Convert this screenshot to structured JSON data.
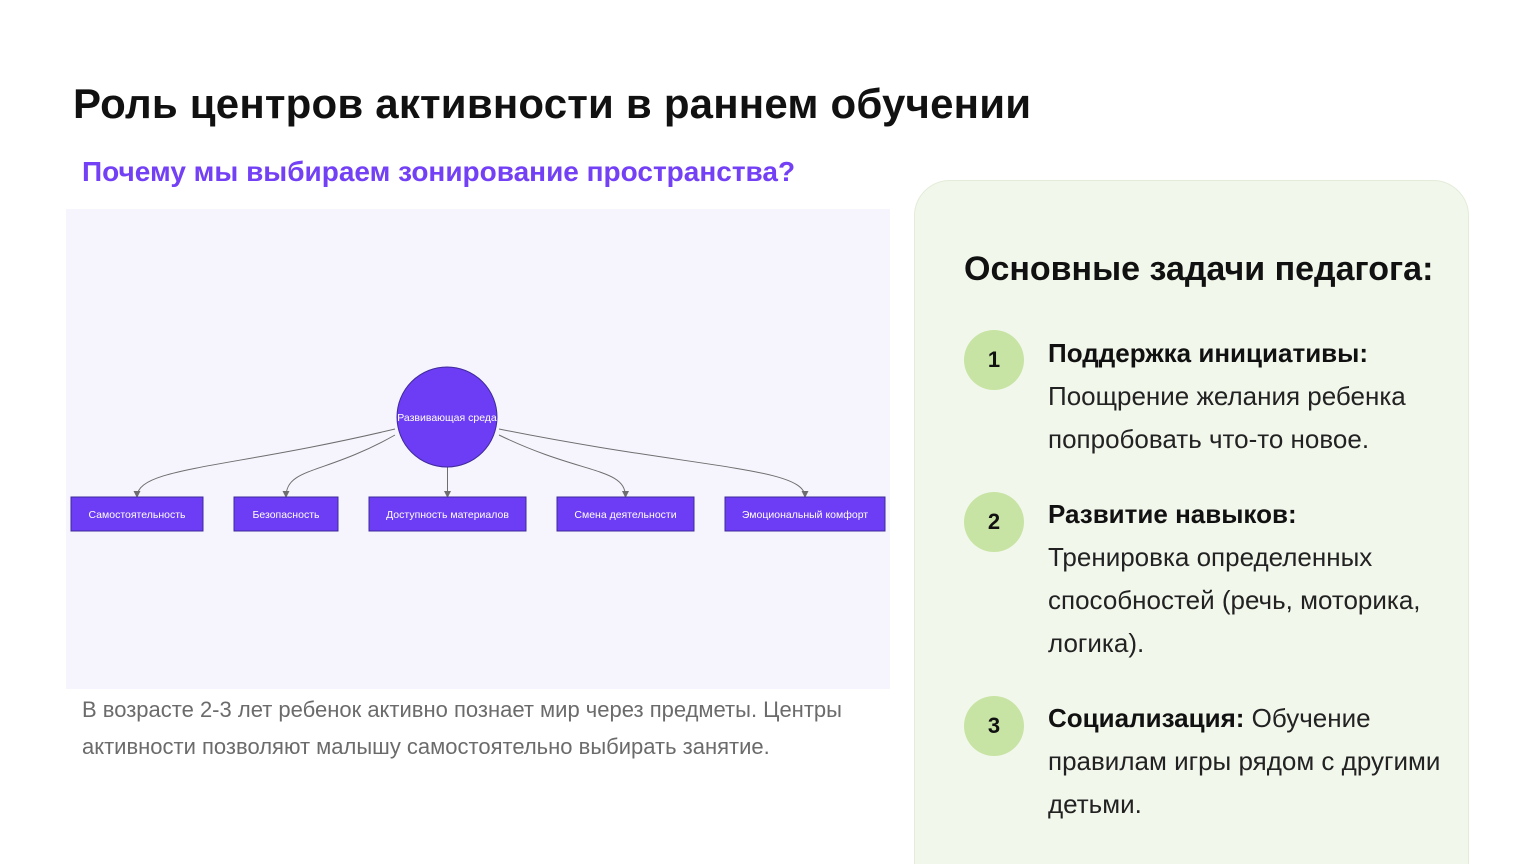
{
  "colors": {
    "accent": "#7340f5",
    "node_fill": "#6d3cf5",
    "node_stroke": "#3f2a9a",
    "edge": "#6e6e6e",
    "badge": "#c7e4a4",
    "card": "#f2f7ec"
  },
  "slide": {
    "title": "Роль центров активности в раннем обучении",
    "subtitle": "Почему мы выбираем зонирование пространства?",
    "description": "В возрасте 2-3 лет ребенок активно познает мир через предметы. Центры активности позволяют малышу самостоятельно выбирать занятие."
  },
  "diagram": {
    "root": {
      "label": "Развивающая среда"
    },
    "children": [
      {
        "label": "Самостоятельность"
      },
      {
        "label": "Безопасность"
      },
      {
        "label": "Доступность материалов"
      },
      {
        "label": "Смена деятельности"
      },
      {
        "label": "Эмоциональный комфорт"
      }
    ]
  },
  "tasks": {
    "heading": "Основные задачи педагога:",
    "items": [
      {
        "number": "1",
        "title": "Поддержка инициативы:",
        "text": "Поощрение желания ребенка попробовать что-то новое."
      },
      {
        "number": "2",
        "title": "Развитие навыков:",
        "text": "Тренировка определенных способностей (речь, моторика, логика)."
      },
      {
        "number": "3",
        "title": "Социализация:",
        "text": "Обучение правилам игры рядом с другими детьми."
      }
    ]
  }
}
